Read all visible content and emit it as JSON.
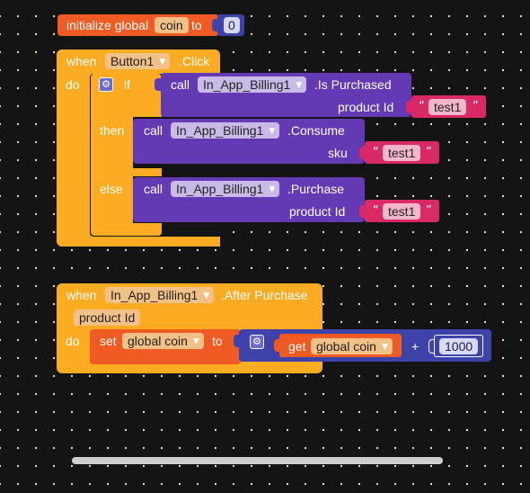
{
  "colors": {
    "event": "#fbac22",
    "procedure": "#643ab4",
    "text": "#d92966",
    "variable": "#ef5b23",
    "math": "#3d43a8",
    "background": "#141414"
  },
  "global_init": {
    "label": "initialize global",
    "name": "coin",
    "to_label": "to",
    "value": "0"
  },
  "event1": {
    "when_label": "when",
    "component": "Button1",
    "event": ".Click",
    "do_label": "do",
    "if_label": "if",
    "then_label": "then",
    "else_label": "else",
    "gear_icon": "gear-icon",
    "call_is_purchased": {
      "call_label": "call",
      "component": "In_App_Billing1",
      "method": ".Is Purchased",
      "param_label": "product Id",
      "param_value": "test1"
    },
    "call_consume": {
      "call_label": "call",
      "component": "In_App_Billing1",
      "method": ".Consume",
      "param_label": "sku",
      "param_value": "test1"
    },
    "call_purchase": {
      "call_label": "call",
      "component": "In_App_Billing1",
      "method": ".Purchase",
      "param_label": "product Id",
      "param_value": "test1"
    }
  },
  "event2": {
    "when_label": "when",
    "component": "In_App_Billing1",
    "event": ".After Purchase",
    "param": "product Id",
    "do_label": "do",
    "set_label": "set",
    "set_var": "global coin",
    "to_label": "to",
    "get_label": "get",
    "get_var": "global coin",
    "operator": "+",
    "number": "1000",
    "gear_icon": "gear-icon"
  },
  "quote_open": "“",
  "quote_close": "”",
  "dropdown_arrow": "▼"
}
